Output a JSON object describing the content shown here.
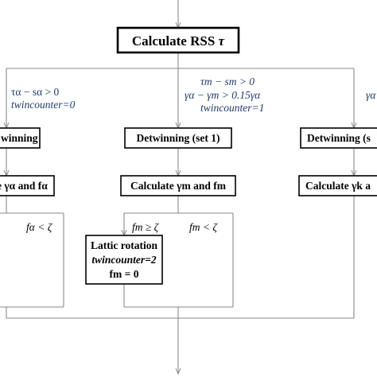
{
  "diagram": {
    "main_box": {
      "label_text": "Calculate RSS ",
      "label_symbol": "τ"
    },
    "branch_left": {
      "condition_1": "τα − sα > 0",
      "condition_2": "twincounter=0",
      "process_box": "winning",
      "calc_box": "e γα and fα",
      "condition_down": "fα < ζ"
    },
    "branch_middle": {
      "condition_1": "τm − sm > 0",
      "condition_2": "γα − γm > 0.15γα",
      "condition_3": "twincounter=1",
      "process_box": "Detwinning (set 1)",
      "calc_box": "Calculate γm and fm",
      "condition_ge": "fm ≥ ζ",
      "condition_lt": "fm < ζ",
      "rotation_box": {
        "line_1": "Lattic rotation",
        "line_2": "twincounter=2",
        "line_3": "fm = 0"
      }
    },
    "branch_right": {
      "condition_1": "γα",
      "process_box": "Detwinning (s",
      "calc_box": "Calculate γk a"
    },
    "colors": {
      "condition_text": "#1f3a6b",
      "lines": "#8a8a8a",
      "box_border": "#000000"
    }
  }
}
